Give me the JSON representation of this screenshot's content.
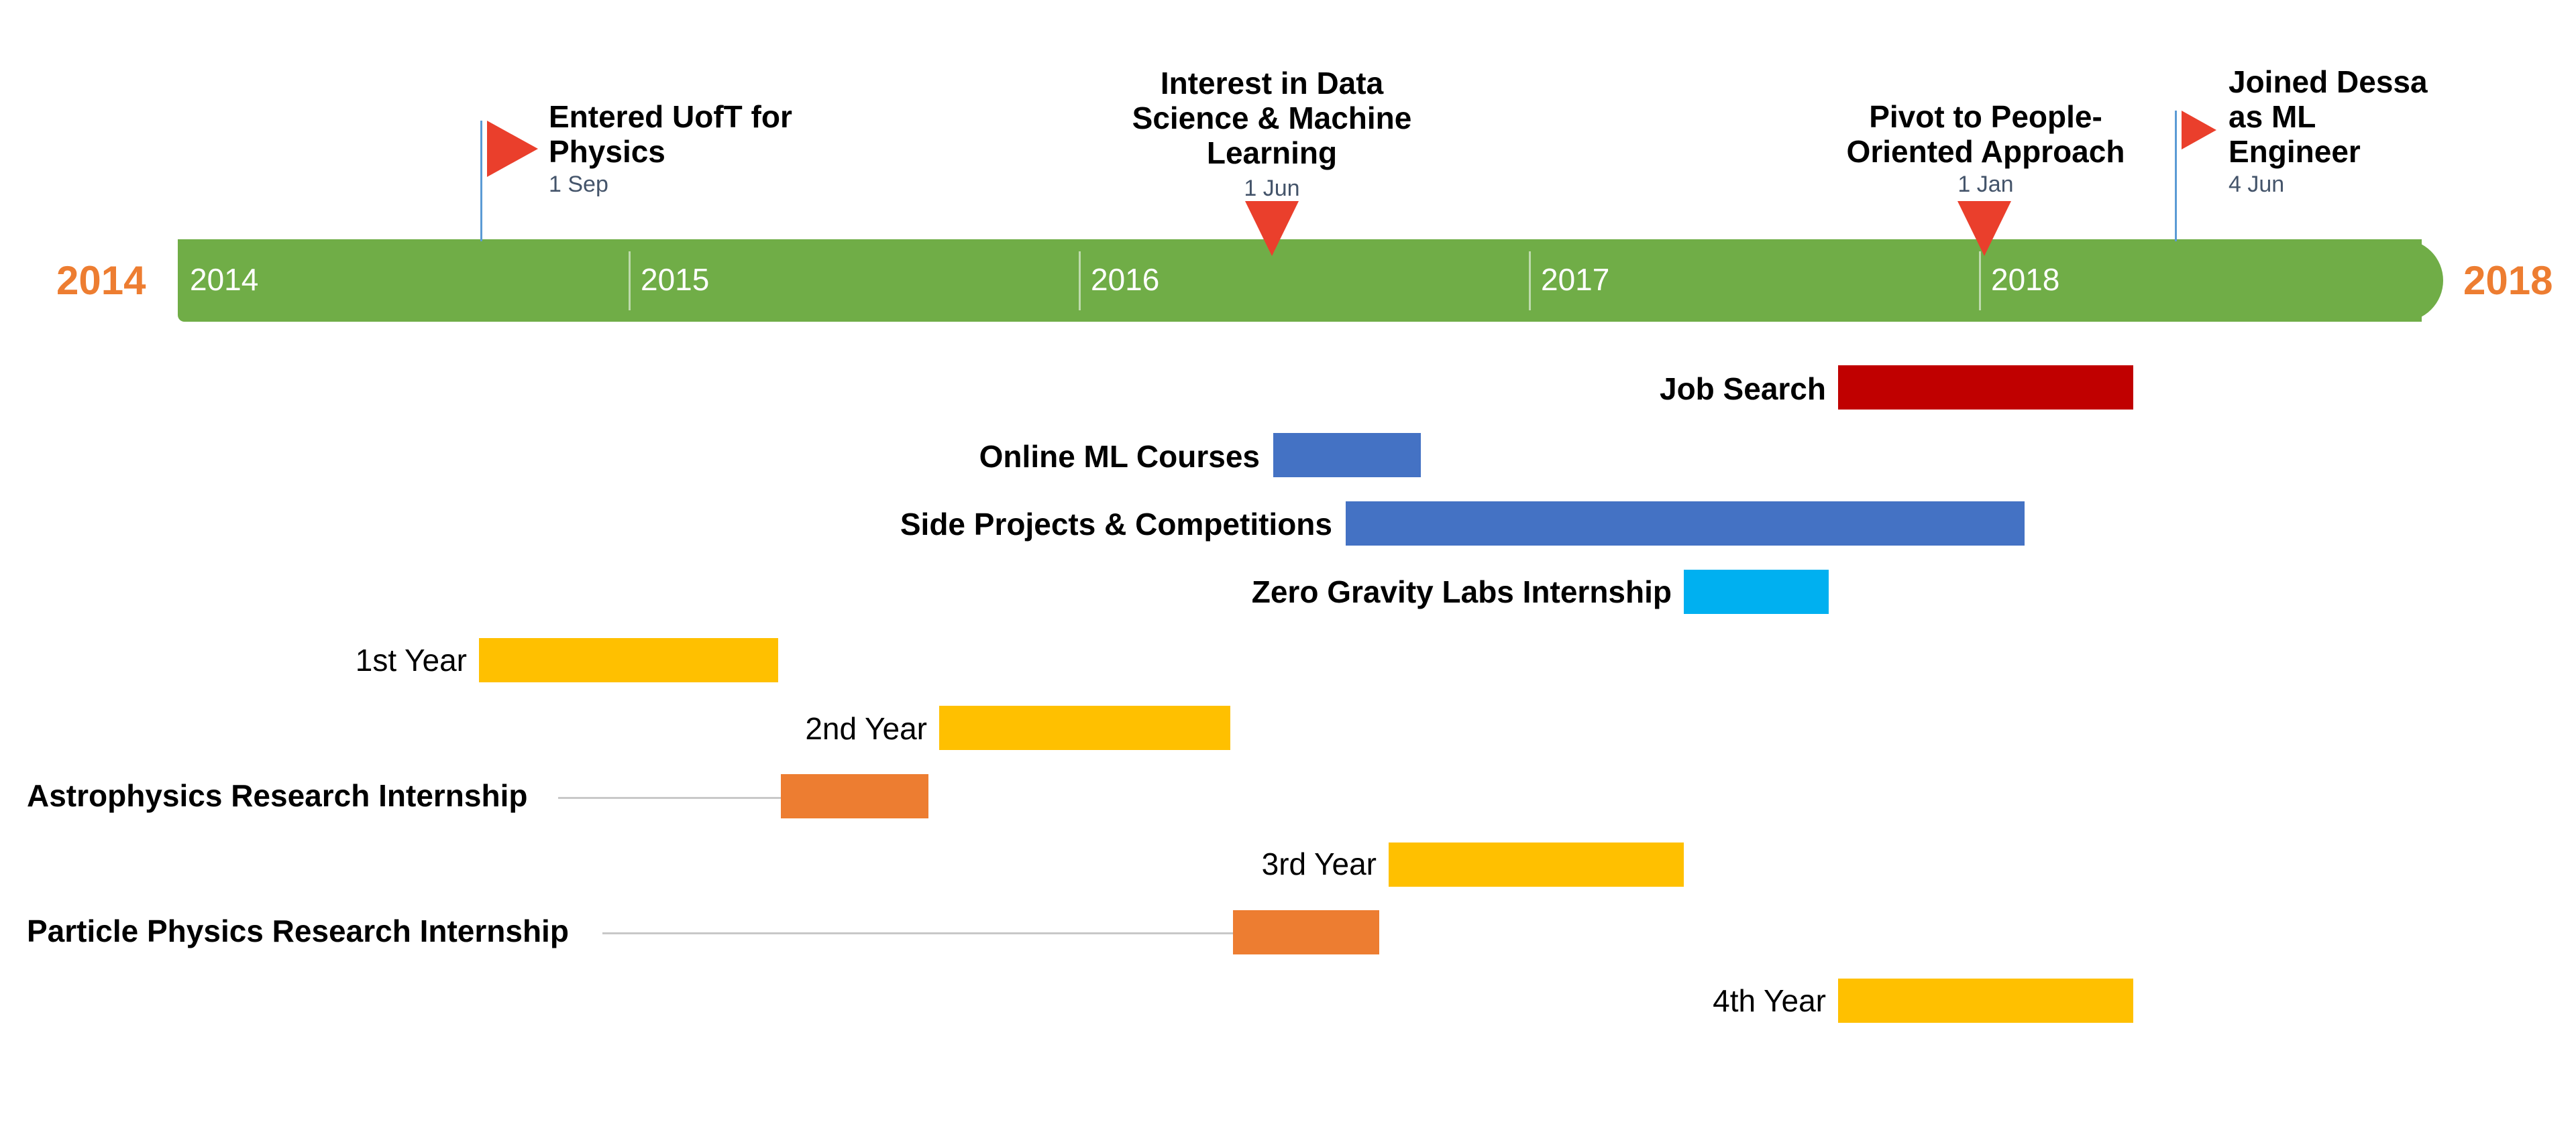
{
  "timeline": {
    "start_label": "2014",
    "end_label": "2018",
    "bound_color": "#ed7d31",
    "axis_color": "#70ad47",
    "ticks": [
      "2014",
      "2015",
      "2016",
      "2017",
      "2018"
    ],
    "milestones": [
      {
        "title": "Entered UofT for Physics",
        "date": "1 Sep",
        "marker": "flag"
      },
      {
        "title": "Interest in Data Science & Machine Learning",
        "date": "1 Jun",
        "marker": "triangle"
      },
      {
        "title": "Pivot to People-Oriented Approach",
        "date": "1 Jan",
        "marker": "triangle"
      },
      {
        "title": "Joined Dessa as ML Engineer",
        "date": "4 Jun",
        "marker": "flag"
      }
    ],
    "marker_color": "#ea3f2c",
    "tasks": [
      {
        "label": "Job Search",
        "bold": true,
        "color": "#c00000"
      },
      {
        "label": "Online ML Courses",
        "bold": true,
        "color": "#4472c4"
      },
      {
        "label": "Side Projects & Competitions",
        "bold": true,
        "color": "#4472c4"
      },
      {
        "label": "Zero Gravity Labs Internship",
        "bold": true,
        "color": "#00b0f0"
      },
      {
        "label": "1st Year",
        "bold": false,
        "color": "#ffc000"
      },
      {
        "label": "2nd Year",
        "bold": false,
        "color": "#ffc000"
      },
      {
        "label": "Astrophysics Research Internship",
        "bold": true,
        "color": "#ed7d31"
      },
      {
        "label": "3rd Year",
        "bold": false,
        "color": "#ffc000"
      },
      {
        "label": "Particle Physics Research Internship",
        "bold": true,
        "color": "#ed7d31"
      },
      {
        "label": "4th Year",
        "bold": false,
        "color": "#ffc000"
      }
    ]
  }
}
